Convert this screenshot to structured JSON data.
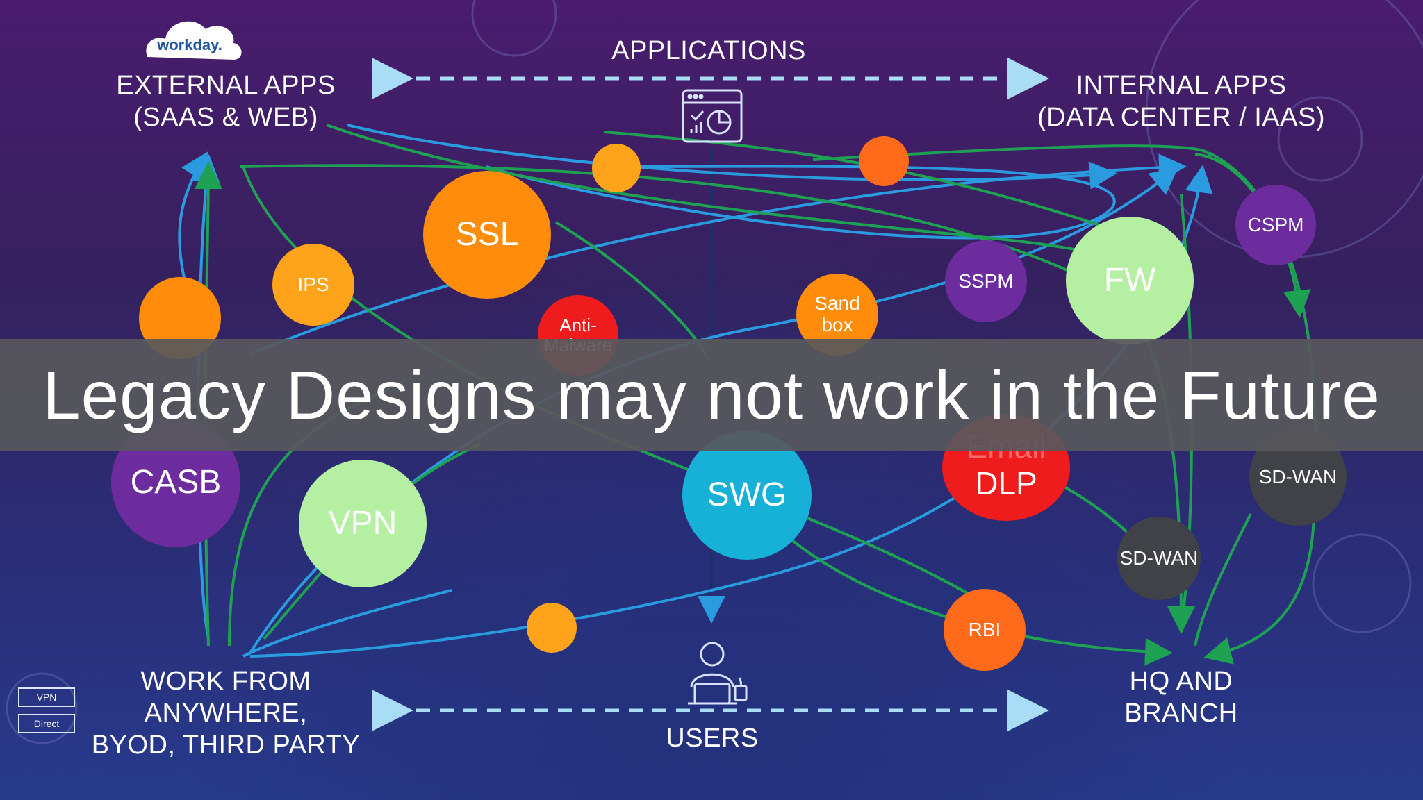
{
  "banner": {
    "text": "Legacy Designs may not work in the Future"
  },
  "logo": {
    "text": "workday."
  },
  "labels": {
    "external_apps": "EXTERNAL APPS\n(SAAS & WEB)",
    "applications": "APPLICATIONS",
    "internal_apps": "INTERNAL APPS\n(DATA CENTER / IAAS)",
    "work_from_anywhere": "WORK FROM\nANYWHERE,\nBYOD, THIRD PARTY",
    "users": "USERS",
    "hq_branch": "HQ AND\nBRANCH"
  },
  "legend": {
    "vpn": "VPN",
    "direct": "Direct"
  },
  "nodes": {
    "ssl": "SSL",
    "ips": "IPS",
    "anti_malware": "Anti-\nMalware",
    "sandbox": "Sand\nbox",
    "sspm": "SSPM",
    "fw": "FW",
    "cspm": "CSPM",
    "casb": "CASB",
    "vpn": "VPN",
    "swg": "SWG",
    "email": "Email",
    "dlp": "DLP",
    "sdwan_right": "SD-WAN",
    "sdwan_hq": "SD-WAN",
    "rbi": "RBI"
  },
  "colors": {
    "orange": "#ff8c0a",
    "amber": "#ffa31a",
    "purple": "#6d2c9e",
    "green": "#b5f0a2",
    "red": "#ee1c1c",
    "teal": "#17b0d6",
    "gray": "#404248",
    "blue_line": "#2b9be0",
    "green_line": "#1ea152",
    "dashed": "#a9dcf5"
  },
  "icons": [
    "workday-cloud-icon",
    "application-window-icon",
    "user-laptop-icon"
  ]
}
